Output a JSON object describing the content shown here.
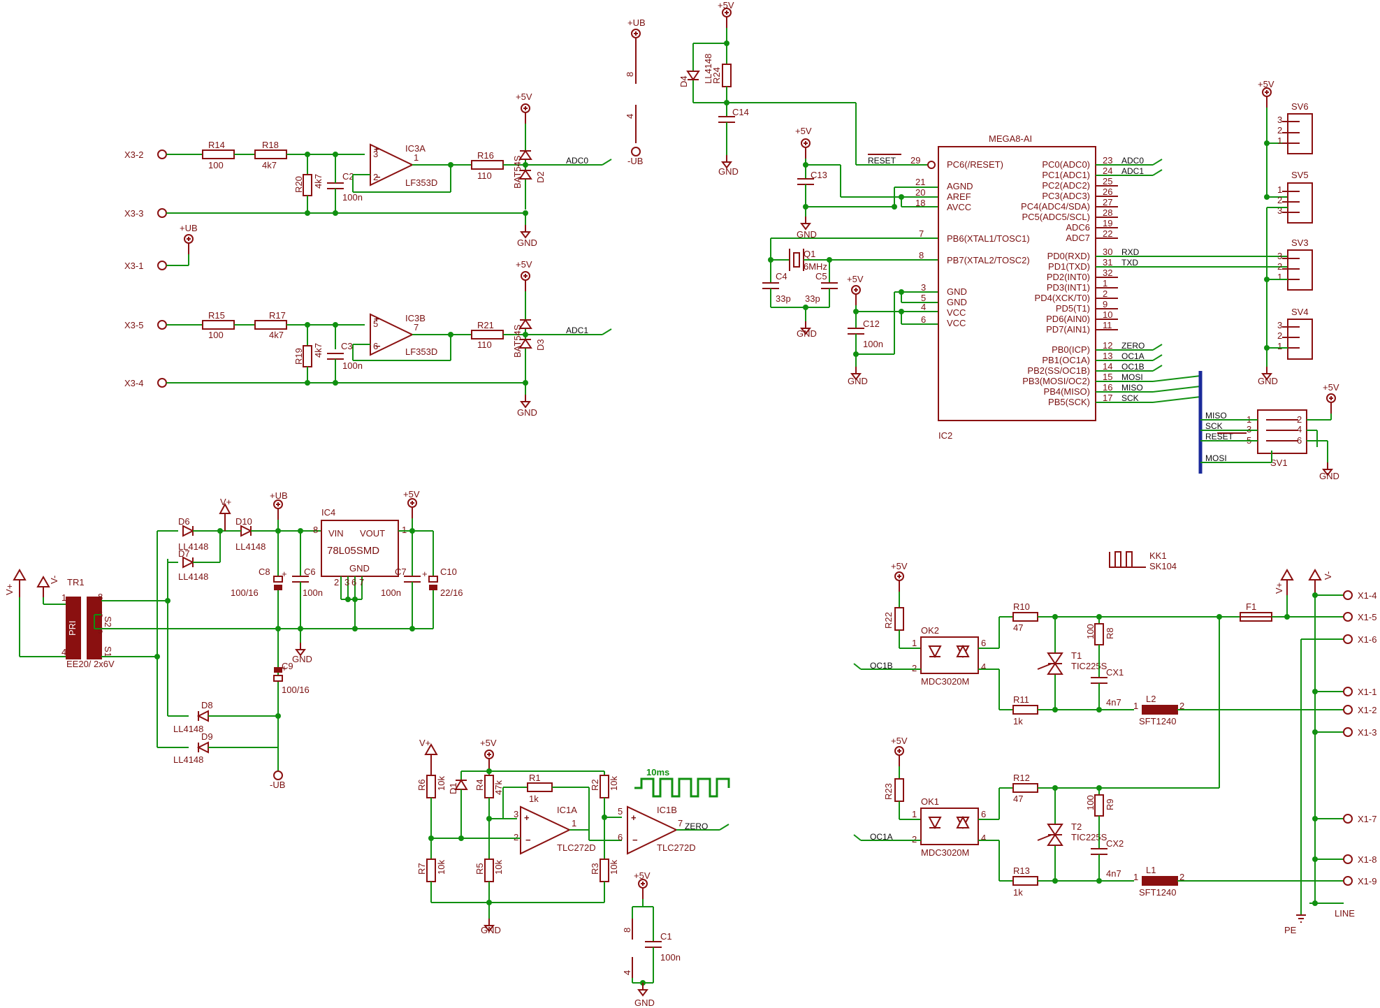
{
  "parts": {
    "R14": "R14",
    "R14v": "100",
    "R18": "R18",
    "R18v": "4k7",
    "R20": "R20",
    "R20v": "4k7",
    "C2": "C2",
    "C2v": "100n",
    "IC3A": "IC3A",
    "IC3Av": "LF353D",
    "R16": "R16",
    "R16v": "110",
    "D2": "D2",
    "D2v": "BAT54S",
    "R15": "R15",
    "R15v": "100",
    "R17": "R17",
    "R17v": "4k7",
    "R19": "R19",
    "R19v": "4k7",
    "C3": "C3",
    "C3v": "100n",
    "IC3B": "IC3B",
    "IC3Bv": "LF353D",
    "R21": "R21",
    "R21v": "110",
    "D3": "D3",
    "D3v": "BAT54S",
    "D4": "D4",
    "D4v": "LL4148",
    "R24": "R24",
    "C14": "C14",
    "C13": "C13",
    "Q1": "Q1",
    "Q1v": "6MHz",
    "C4": "C4",
    "C4v": "33p",
    "C5": "C5",
    "C5v": "33p",
    "C12": "C12",
    "C12v": "100n",
    "IC2v": "MEGA8-AI",
    "IC2": "IC2",
    "SV6": "SV6",
    "SV5": "SV5",
    "SV3": "SV3",
    "SV4": "SV4",
    "SV1": "SV1",
    "TR1": "TR1",
    "TR1v": "EE20/ 2x6V",
    "PRI": "PRI",
    "S1": "S1",
    "S2": "S2",
    "D6": "D6",
    "D6v": "LL4148",
    "D7": "D7",
    "D7v": "LL4148",
    "D10": "D10",
    "D10v": "LL4148",
    "D8": "D8",
    "D8v": "LL4148",
    "D9": "D9",
    "D9v": "LL4148",
    "C8": "C8",
    "C8v": "100/16",
    "C6": "C6",
    "C6v": "100n",
    "IC4": "IC4",
    "IC4v": "78L05SMD",
    "C7": "C7",
    "C7v": "100n",
    "C10": "C10",
    "C10v": "22/16",
    "C9": "C9",
    "C9v": "100/16",
    "R6": "R6",
    "R6v": "10k",
    "D1": "D1",
    "R4": "R4",
    "R4v": "47k",
    "R1": "R1",
    "R1v": "1k",
    "R2": "R2",
    "R2v": "10k",
    "IC1A": "IC1A",
    "IC1Av": "TLC272D",
    "IC1B": "IC1B",
    "IC1Bv": "TLC272D",
    "R7": "R7",
    "R7v": "10k",
    "R5": "R5",
    "R5v": "10k",
    "R3": "R3",
    "R3v": "10k",
    "C1": "C1",
    "C1v": "100n",
    "KK1": "KK1",
    "KK1v": "SK104",
    "R22": "R22",
    "R23": "R23",
    "OK2": "OK2",
    "OK1": "OK1",
    "OKv": "MDC3020M",
    "R10": "R10",
    "R10v": "47",
    "R12": "R12",
    "R12v": "47",
    "R11": "R11",
    "R11v": "1k",
    "R13": "R13",
    "R13v": "1k",
    "R8": "R8",
    "R8v": "100",
    "R9": "R9",
    "R9v": "100",
    "T1": "T1",
    "T2": "T2",
    "Tv": "TIC225S",
    "CX1": "CX1",
    "CX1v": "4n7",
    "CX2": "CX2",
    "CX2v": "4n7",
    "L2": "L2",
    "L1": "L1",
    "Lv": "SFT1240",
    "F1": "F1"
  },
  "pins": {
    "vin": "VIN",
    "vout": "VOUT",
    "gnd": "GND",
    "n1": "1",
    "n2": "2",
    "n3": "3",
    "n4": "4",
    "n5": "5",
    "n6": "6",
    "n7": "7",
    "n8": "8"
  },
  "connectors": {
    "X3_2": "X3-2",
    "X3_3": "X3-3",
    "X3_1": "X3-1",
    "X3_5": "X3-5",
    "X3_4": "X3-4",
    "X1_4": "X1-4",
    "X1_5": "X1-5",
    "X1_6": "X1-6",
    "X1_1": "X1-1",
    "X1_2": "X1-2",
    "X1_3": "X1-3",
    "X1_7": "X1-7",
    "X1_8": "X1-8",
    "X1_9": "X1-9"
  },
  "nets": {
    "p5v": "+5V",
    "gnd": "GND",
    "pub": "+UB",
    "mub": "-UB",
    "vp": "V+",
    "vm": "V-",
    "pe": "PE",
    "line": "LINE",
    "adc0": "ADC0",
    "adc1": "ADC1",
    "reset": "RESET",
    "rxd": "RXD",
    "txd": "TXD",
    "zero": "ZERO",
    "oc1a": "OC1A",
    "oc1b": "OC1B",
    "mosi": "MOSI",
    "miso": "MISO",
    "sck": "SCK",
    "ms10": "10ms"
  },
  "ic2_left": [
    {
      "name": "PC6(/RESET)",
      "pin": "29"
    },
    {
      "name": "AGND",
      "pin": "21"
    },
    {
      "name": "AREF",
      "pin": "20"
    },
    {
      "name": "AVCC",
      "pin": "18"
    },
    {
      "name": "PB6(XTAL1/TOSC1)",
      "pin": "7"
    },
    {
      "name": "PB7(XTAL2/TOSC2)",
      "pin": "8"
    },
    {
      "name": "GND",
      "pin": "3"
    },
    {
      "name": "GND",
      "pin": "5"
    },
    {
      "name": "VCC",
      "pin": "4"
    },
    {
      "name": "VCC",
      "pin": "6"
    }
  ],
  "ic2_right": [
    {
      "name": "PC0(ADC0)",
      "pin": "23"
    },
    {
      "name": "PC1(ADC1)",
      "pin": "24"
    },
    {
      "name": "PC2(ADC2)",
      "pin": "25"
    },
    {
      "name": "PC3(ADC3)",
      "pin": "26"
    },
    {
      "name": "PC4(ADC4/SDA)",
      "pin": "27"
    },
    {
      "name": "PC5(ADC5/SCL)",
      "pin": "28"
    },
    {
      "name": "ADC6",
      "pin": "19"
    },
    {
      "name": "ADC7",
      "pin": "22"
    },
    {
      "name": "PD0(RXD)",
      "pin": "30"
    },
    {
      "name": "PD1(TXD)",
      "pin": "31"
    },
    {
      "name": "PD2(INT0)",
      "pin": "32"
    },
    {
      "name": "PD3(INT1)",
      "pin": "1"
    },
    {
      "name": "PD4(XCK/T0)",
      "pin": "2"
    },
    {
      "name": "PD5(T1)",
      "pin": "9"
    },
    {
      "name": "PD6(AIN0)",
      "pin": "10"
    },
    {
      "name": "PD7(AIN1)",
      "pin": "11"
    },
    {
      "name": "PB0(ICP)",
      "pin": "12"
    },
    {
      "name": "PB1(OC1A)",
      "pin": "13"
    },
    {
      "name": "PB2(SS/OC1B)",
      "pin": "14"
    },
    {
      "name": "PB3(MOSI/OC2)",
      "pin": "15"
    },
    {
      "name": "PB4(MISO)",
      "pin": "16"
    },
    {
      "name": "PB5(SCK)",
      "pin": "17"
    }
  ],
  "ic2_right_nets": {
    "n0": "ADC0",
    "n1": "ADC1",
    "n8": "RXD",
    "n9": "TXD",
    "n16": "ZERO",
    "n17": "OC1A",
    "n18": "OC1B",
    "n19": "MOSI",
    "n20": "MISO",
    "n21": "SCK"
  }
}
